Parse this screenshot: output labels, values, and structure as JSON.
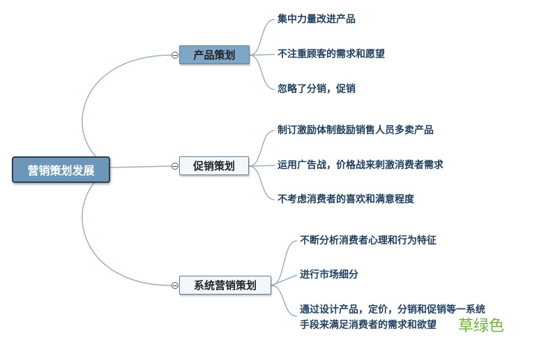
{
  "root": {
    "label": "营销策划发展"
  },
  "branches": [
    {
      "label": "产品策划",
      "leaves": [
        "集中力量改进产品",
        "不注重顾客的需求和愿望",
        "忽略了分销，促销"
      ]
    },
    {
      "label": "促销策划",
      "leaves": [
        "制订激励体制鼓励销售人员多卖产品",
        "运用广告战，价格战来刺激消费者需求",
        "不考虑消费者的喜欢和满意程度"
      ]
    },
    {
      "label": "系统营销策划",
      "leaves": [
        "不断分析消费者心理和行为特征",
        "进行市场细分",
        "通过设计产品，定价，分销和促销等一系统",
        "手段来满足消费者的需求和欲望"
      ]
    }
  ],
  "watermark": "草绿色",
  "colors": {
    "root_fill": "#6d97b8",
    "selected_branch_fill": "#7ea6c6",
    "branch_fill": "#f3f7fa",
    "leaf_text": "#1f3f5f",
    "connector": "#9bb0c1",
    "watermark": "#6db33f"
  }
}
